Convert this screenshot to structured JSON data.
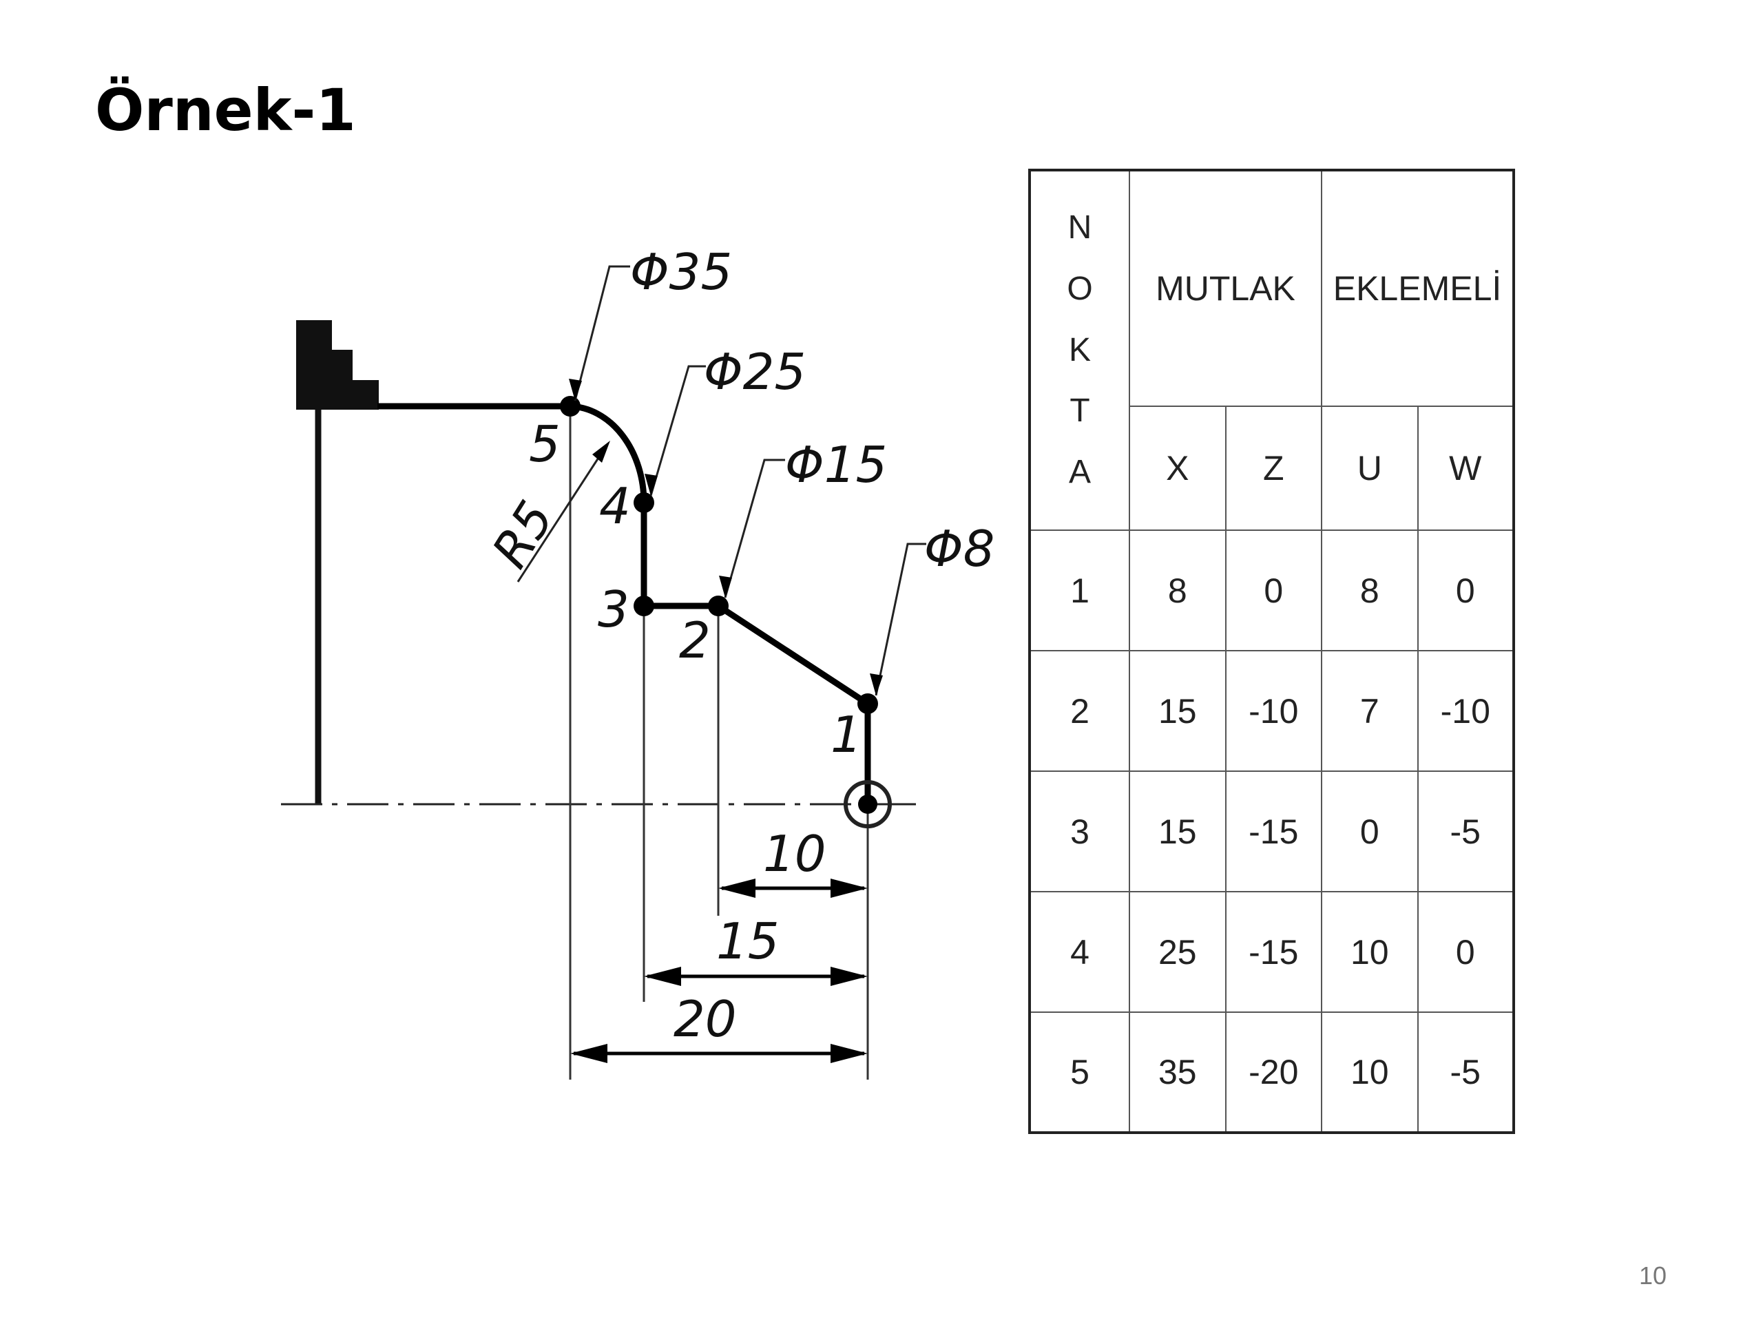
{
  "title": "Örnek-1",
  "page_number": "10",
  "drawing": {
    "diameter_labels": [
      "Φ35",
      "Φ25",
      "Φ15",
      "Φ8"
    ],
    "radius_label": "R5",
    "point_labels": [
      "1",
      "2",
      "3",
      "4",
      "5"
    ],
    "dimension_labels": [
      "10",
      "15",
      "20"
    ]
  },
  "table": {
    "row_header": [
      "N",
      "O",
      "K",
      "T",
      "A"
    ],
    "group_headers": [
      "MUTLAK",
      "EKLEMELİ"
    ],
    "column_headers": [
      "X",
      "Z",
      "U",
      "W"
    ],
    "rows": [
      [
        "1",
        "8",
        "0",
        "8",
        "0"
      ],
      [
        "2",
        "15",
        "-10",
        "7",
        "-10"
      ],
      [
        "3",
        "15",
        "-15",
        "0",
        "-5"
      ],
      [
        "4",
        "25",
        "-15",
        "10",
        "0"
      ],
      [
        "5",
        "35",
        "-20",
        "10",
        "-5"
      ]
    ]
  }
}
